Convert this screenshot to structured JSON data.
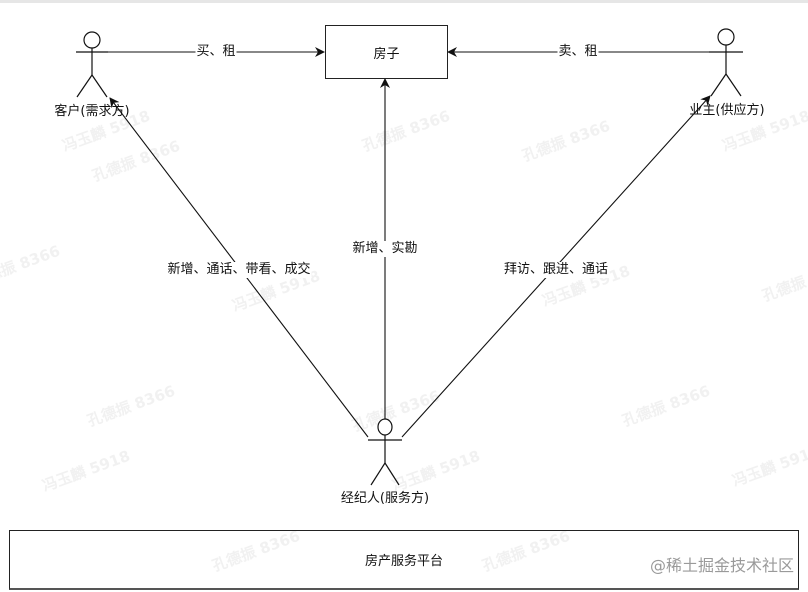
{
  "diagram": {
    "nodes": {
      "house": {
        "label": "房子"
      },
      "customer": {
        "label": "客户(需求方)"
      },
      "owner": {
        "label": "业主(供应方)"
      },
      "agent": {
        "label": "经纪人(服务方)"
      },
      "platform": {
        "label": "房产服务平台"
      }
    },
    "edges": [
      {
        "from": "customer",
        "to": "house",
        "label": "买、租"
      },
      {
        "from": "owner",
        "to": "house",
        "label": "卖、租"
      },
      {
        "from": "agent",
        "to": "house",
        "label": "新增、实勘"
      },
      {
        "from": "agent",
        "to": "customer",
        "label": "新增、通话、带看、成交"
      },
      {
        "from": "agent",
        "to": "owner",
        "label": "拜访、跟进、通话"
      }
    ],
    "colors": {
      "line": "#111111",
      "box_border": "#222222",
      "background": "#ffffff",
      "credit": "#9a9a9a"
    }
  },
  "credit": "@稀土掘金技术社区",
  "watermarks": [
    "孔德振 8366",
    "冯玉麟 5918"
  ]
}
